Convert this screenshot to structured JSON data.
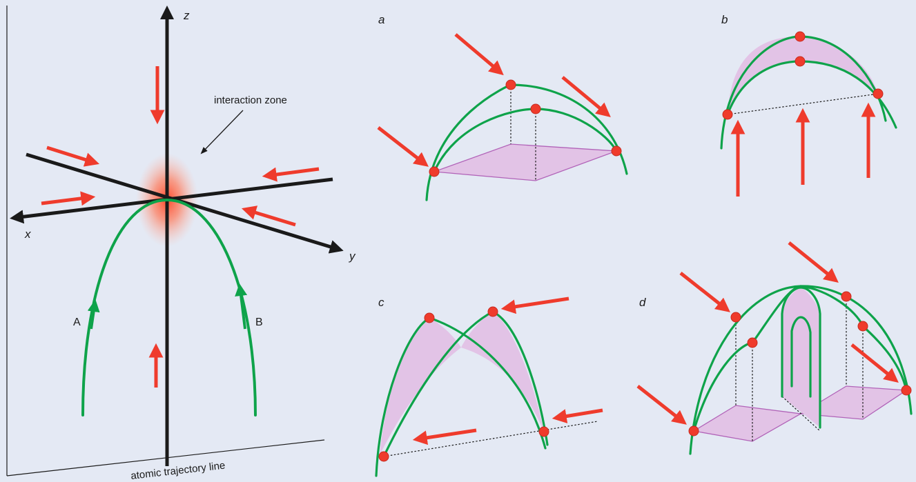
{
  "main_panel": {
    "axis_x": "x",
    "axis_y": "y",
    "axis_z": "z",
    "zone_label": "interaction zone",
    "trajectory_a": "A",
    "trajectory_b": "B",
    "baseline_label": "atomic trajectory line"
  },
  "panels": {
    "a": "a",
    "b": "b",
    "c": "c",
    "d": "d"
  },
  "colors": {
    "background": "#e4e9f4",
    "trajectory": "#0ea34a",
    "laser_beam": "#ef3b2c",
    "axis": "#1a1a1a",
    "pulse_region": "#e2c3e6"
  }
}
